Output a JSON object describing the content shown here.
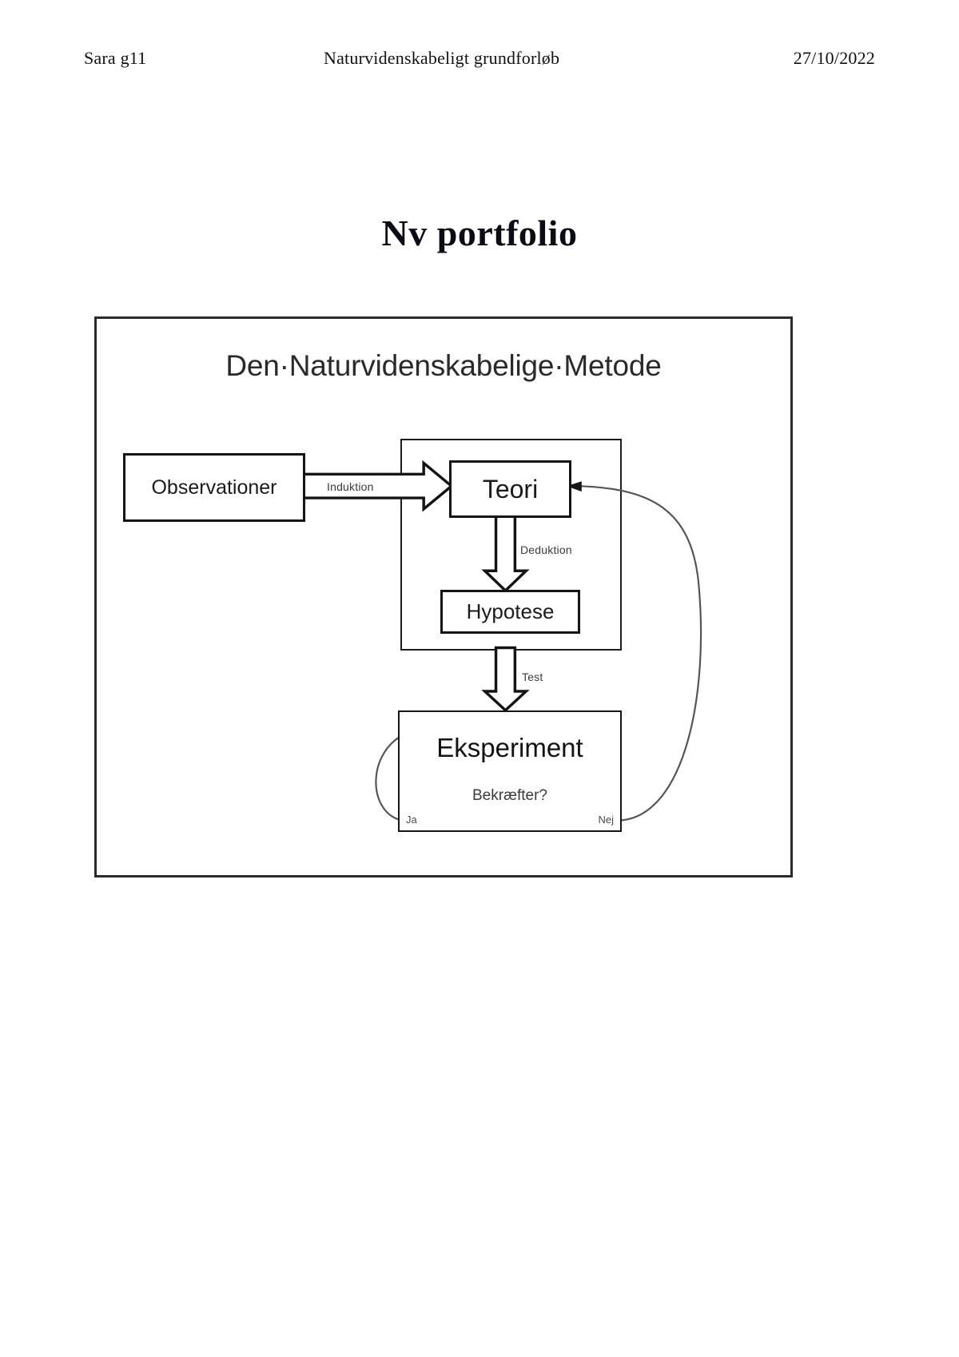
{
  "header": {
    "left": "Sara g11",
    "center": "Naturvidenskabeligt grundforløb",
    "right": "27/10/2022"
  },
  "title": "Nv portfolio",
  "diagram": {
    "title": "Den·Naturvidenskabelige·Metode",
    "nodes": {
      "observationer": "Observationer",
      "teori": "Teori",
      "hypotese": "Hypotese",
      "eksperiment": "Eksperiment"
    },
    "question": "Bekræfter?",
    "branches": {
      "yes": "Ja",
      "no": "Nej"
    },
    "edge_labels": {
      "induktion": "Induktion",
      "deduktion": "Deduktion",
      "test": "Test"
    },
    "colors": {
      "frame": "#2b2b2b",
      "node_border": "#151515",
      "text": "#1b1b1b",
      "background": "#ffffff",
      "curve": "#555555"
    }
  }
}
